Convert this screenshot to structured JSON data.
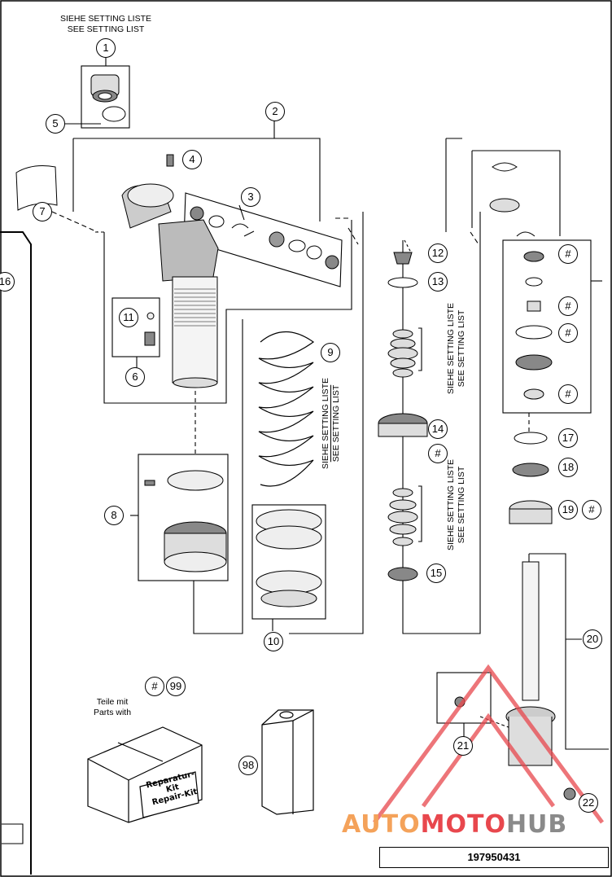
{
  "notes": {
    "setting_de": "SIEHE SETTING LISTE",
    "setting_en": "SEE SETTING LIST"
  },
  "repair_note": {
    "line1": "Teile mit",
    "line2": "Parts with"
  },
  "kit_label": {
    "line1": "Reparatur-Kit",
    "line2": "Repair-Kit"
  },
  "callouts": [
    "1",
    "2",
    "3",
    "5",
    "6",
    "7",
    "8",
    "9",
    "10",
    "11",
    "12",
    "13",
    "14",
    "15",
    "16",
    "17",
    "18",
    "19",
    "20",
    "21",
    "22",
    "98",
    "99",
    "#"
  ],
  "document_number": "197950431",
  "watermark": {
    "part1": "AUTO",
    "part2": "MOTO",
    "part3": "HUB"
  },
  "colors": {
    "line": "#000000",
    "watermark_red": "#e8474d",
    "watermark_orange": "#f4a25a",
    "watermark_grey": "#8a8a8a"
  }
}
